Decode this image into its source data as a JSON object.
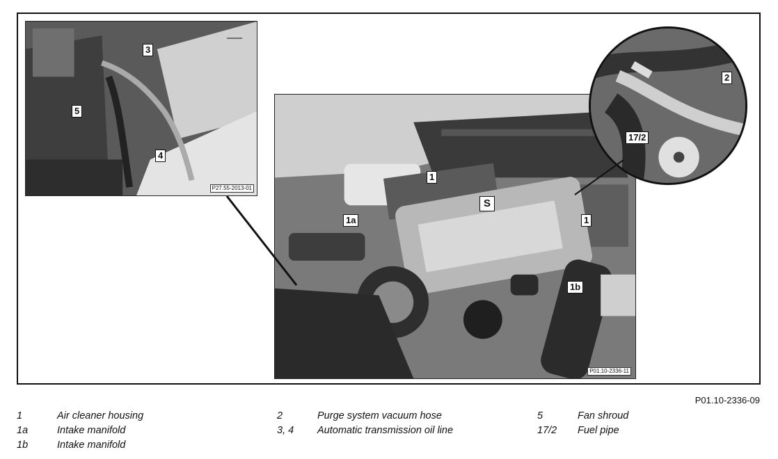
{
  "figure": {
    "callouts": {
      "main": {
        "c1_left": "1",
        "c1_right": "1",
        "c1a": "1a",
        "c1b": "1b",
        "tool": "S"
      },
      "inset_left": {
        "c3": "3",
        "c4": "4",
        "c5": "5"
      },
      "inset_circle": {
        "c2": "2",
        "c17_2": "17/2"
      }
    },
    "photo_ids": {
      "inset_left": "P27.55-2013-01",
      "main": "P01.10-2336-11"
    }
  },
  "document_ref": "P01.10-2336-09",
  "legend": {
    "columns": [
      [
        {
          "key": "1",
          "label": "Air cleaner housing"
        },
        {
          "key": "1a",
          "label": "Intake manifold"
        },
        {
          "key": "1b",
          "label": "Intake manifold"
        }
      ],
      [
        {
          "key": "2",
          "label": "Purge system vacuum hose"
        },
        {
          "key": "3, 4",
          "label": "Automatic transmission oil line"
        }
      ],
      [
        {
          "key": "5",
          "label": "Fan shroud"
        },
        {
          "key": "17/2",
          "label": "Fuel pipe"
        }
      ]
    ]
  },
  "icons": {
    "tool_symbol": "wrench-hook-icon"
  }
}
